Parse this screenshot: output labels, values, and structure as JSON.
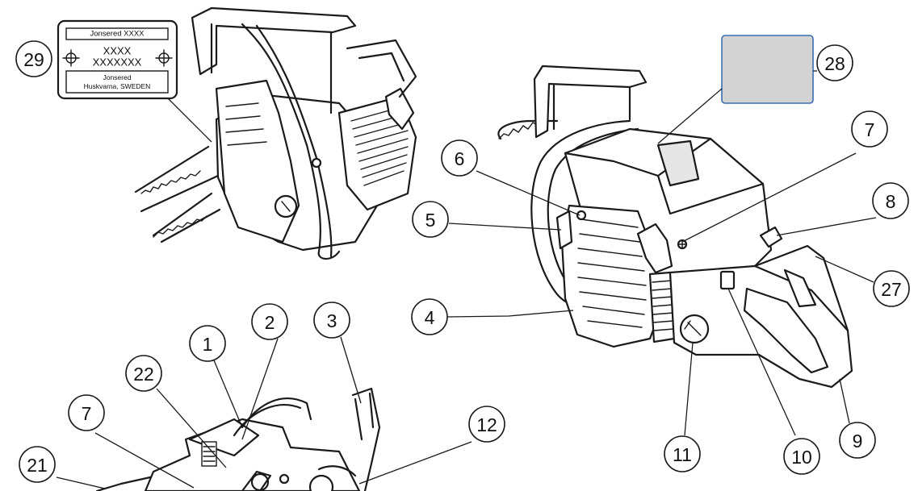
{
  "rating_plate": {
    "top_line": "Jonsered XXXX",
    "model_line": "XXXX",
    "serial_line": "XXXXXXX",
    "maker_line": "Jonsered",
    "address_line": "Huskvarna, SWEDEN"
  },
  "label_swatch_color": "#d3d3d3",
  "label_swatch_border": "#3a6fb0",
  "callouts": [
    {
      "id": "29",
      "label": "29"
    },
    {
      "id": "28",
      "label": "28"
    },
    {
      "id": "7a",
      "label": "7"
    },
    {
      "id": "6",
      "label": "6"
    },
    {
      "id": "8",
      "label": "8"
    },
    {
      "id": "5",
      "label": "5"
    },
    {
      "id": "27",
      "label": "27"
    },
    {
      "id": "4",
      "label": "4"
    },
    {
      "id": "3",
      "label": "3"
    },
    {
      "id": "2",
      "label": "2"
    },
    {
      "id": "1",
      "label": "1"
    },
    {
      "id": "22",
      "label": "22"
    },
    {
      "id": "7b",
      "label": "7"
    },
    {
      "id": "12",
      "label": "12"
    },
    {
      "id": "21",
      "label": "21"
    },
    {
      "id": "9",
      "label": "9"
    },
    {
      "id": "11",
      "label": "11"
    },
    {
      "id": "10",
      "label": "10"
    }
  ]
}
